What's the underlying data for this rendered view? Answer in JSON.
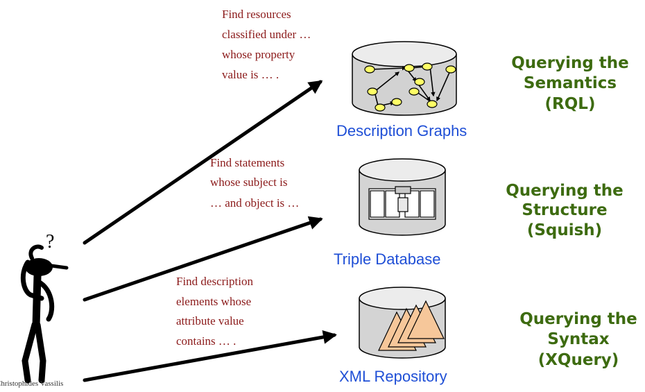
{
  "queries": {
    "rql": [
      "Find resources",
      "classified under …",
      "whose property",
      "value is … ."
    ],
    "squish": [
      "Find statements",
      "whose subject is",
      "… and object is …"
    ],
    "xquery": [
      "Find description",
      "elements whose",
      "attribute value",
      "contains … ."
    ]
  },
  "stores": {
    "graphs": "Description Graphs",
    "triples": "Triple Database",
    "xml": "XML Repository"
  },
  "levels": {
    "semantics": [
      "Querying the",
      "Semantics",
      "(RQL)"
    ],
    "structure": [
      "Querying the",
      "Structure",
      "(Squish)"
    ],
    "syntax": [
      "Querying the",
      "Syntax",
      "(XQuery)"
    ]
  },
  "author": "Christophides Vassilis",
  "figure_glyph": "?"
}
